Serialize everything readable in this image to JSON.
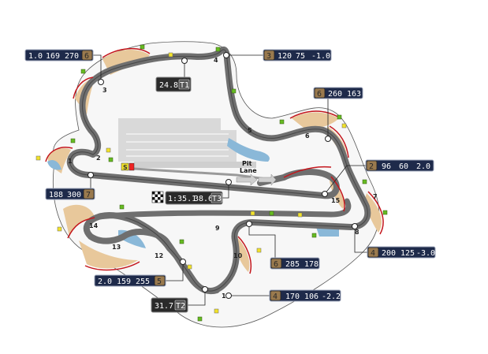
{
  "pit_lane": {
    "line1": "Pit",
    "line2": "Lane"
  },
  "turns": [
    "1",
    "2",
    "3",
    "4",
    "5",
    "6",
    "7",
    "8",
    "9",
    "10",
    "11",
    "12",
    "13",
    "14",
    "15"
  ],
  "drs_marker": "S",
  "callouts": {
    "c_t3": {
      "a": "1.0",
      "b": "169",
      "c": "270",
      "gear": "6"
    },
    "c_t4": {
      "gear": "3",
      "a": "120",
      "b": "75",
      "c": "-1.0"
    },
    "c_t1time": {
      "value": "24.8",
      "tag": "T1"
    },
    "c_t6": {
      "gear": "6",
      "a": "260",
      "b": "163"
    },
    "c_t1": {
      "a": "188",
      "b": "300",
      "gear": "7"
    },
    "c_lap": {
      "lap": "1:35.1",
      "sector": "38.6",
      "tag": "T3"
    },
    "c_t15": {
      "gear": "2",
      "a": "96",
      "b": "60",
      "c": "2.0"
    },
    "c_t9": {
      "gear": "6",
      "a": "285",
      "b": "178"
    },
    "c_t8": {
      "gear": "4",
      "a": "200",
      "b": "125",
      "c": "-3.0"
    },
    "c_t12": {
      "a": "2.0",
      "b": "159",
      "c": "255",
      "gear": "5"
    },
    "c_t11": {
      "gear": "4",
      "a": "170",
      "b": "106",
      "c": "-2.2"
    },
    "c_t2time": {
      "value": "31.7",
      "tag": "T2"
    }
  },
  "colors": {
    "track": "#6f6f6f",
    "track_edge": "#2b2b2b",
    "runoff": "#e8c89b",
    "water": "#8ab8d8",
    "kerb": "#c4161c",
    "navy": "#1e2a4a",
    "gear": "#9a7a4e",
    "grass_marker": "#66bb22",
    "yellow_marker": "#f2e22a"
  }
}
